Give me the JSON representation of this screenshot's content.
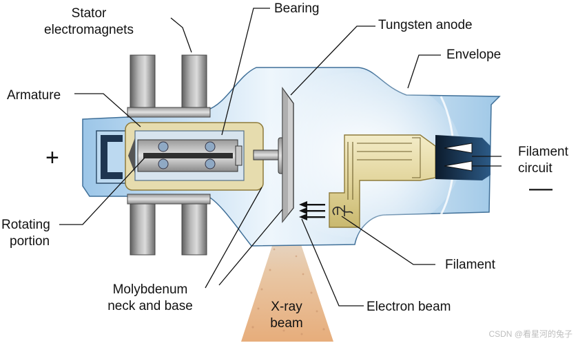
{
  "labels": {
    "stator": [
      "Stator",
      "electromagnets"
    ],
    "bearing": "Bearing",
    "tungsten_anode": "Tungsten anode",
    "envelope": "Envelope",
    "armature": "Armature",
    "filament_circuit": [
      "Filament",
      "circuit"
    ],
    "rotating_portion": [
      "Rotating",
      "portion"
    ],
    "filament": "Filament",
    "molybdenum": [
      "Molybdenum",
      "neck and base"
    ],
    "xray_beam": [
      "X-ray",
      "beam"
    ],
    "electron_beam": "Electron beam",
    "plus": "+",
    "minus": "—"
  },
  "watermark": "CSDN @看星河的兔子",
  "colors": {
    "envelope_fill": "#bcd9f0",
    "envelope_edge": "#3f6f98",
    "stator_metal": "#8a8a8a",
    "rotor_housing": "#e6dcae",
    "cathode_cup": "#e4d8a2",
    "xray_beam": "#e2b48a",
    "leader_line": "#111111"
  }
}
